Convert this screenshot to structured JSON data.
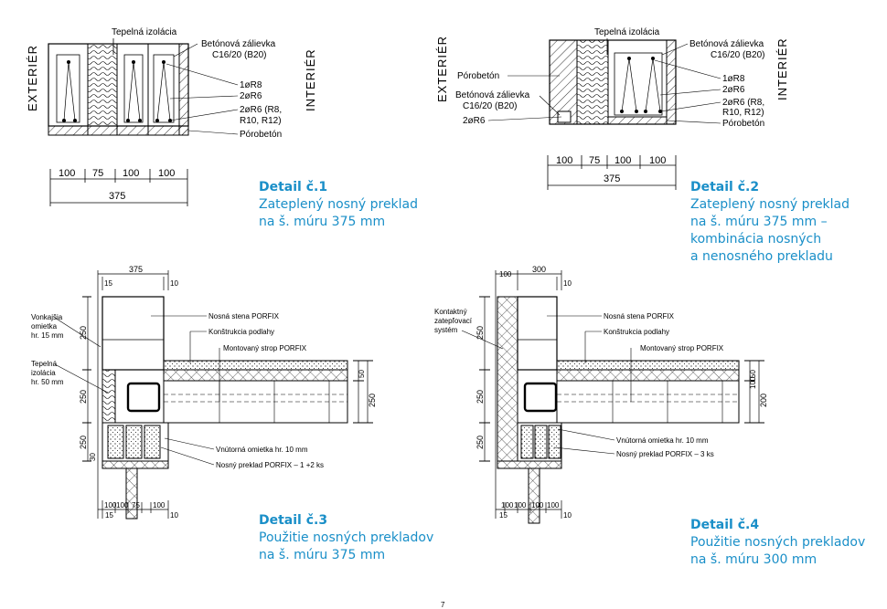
{
  "detail1": {
    "label_top": "Tepelná izolácia",
    "exterior": "EXTERIÉR",
    "interior": "INTERIÉR",
    "callouts": [
      "Betónová zálievka",
      "C16/20 (B20)",
      "1øR8",
      "2øR6",
      "2øR6 (R8,",
      "R10, R12)",
      "Pórobetón"
    ],
    "dims": [
      "100",
      "75",
      "100",
      "100"
    ],
    "total": "375",
    "caption_title": "Detail č.1",
    "caption_lines": [
      "Zateplený nosný preklad",
      "na š. múru 375 mm"
    ]
  },
  "detail2": {
    "label_top": "Tepelná izolácia",
    "exterior": "EXTERIÉR",
    "interior": "INTERIÉR",
    "callouts_right": [
      "Betónová zálievka",
      "C16/20 (B20)",
      "1øR8",
      "2øR6",
      "2øR6 (R8,",
      "R10, R12)",
      "Pórobetón"
    ],
    "callouts_left": [
      "Pórobetón",
      "Betónová zálievka",
      "C16/20 (B20)",
      "2øR6"
    ],
    "dims": [
      "100",
      "75",
      "100",
      "100"
    ],
    "total": "375",
    "caption_title": "Detail č.2",
    "caption_lines": [
      "Zateplený nosný preklad",
      "na š. múru 375 mm –",
      "kombinácia nosných",
      "a nenosného prekladu"
    ]
  },
  "detail3": {
    "top_dims": [
      "375",
      "15",
      "10"
    ],
    "left_labels": [
      "Vonkajšia",
      "omietka",
      "hr. 15 mm",
      "Tepelná",
      "izolácia",
      "hr. 50 mm"
    ],
    "right_labels": [
      "Nosná stena PORFIX",
      "Konštrukcia podlahy",
      "Montovaný strop PORFIX",
      "Vnútorná omietka hr. 10 mm",
      "Nosný preklad PORFIX – 1 +2 ks"
    ],
    "vert_dims": [
      "250",
      "250",
      "250",
      "30"
    ],
    "right_dims": [
      "50",
      "250"
    ],
    "bottom_dims": [
      "100",
      "100",
      "75",
      "100",
      "15",
      "10"
    ],
    "caption_title": "Detail č.3",
    "caption_lines": [
      "Použitie nosných prekladov",
      "na š. múru 375 mm"
    ]
  },
  "detail4": {
    "top_dims": [
      "100",
      "300",
      "10"
    ],
    "left_labels": [
      "Kontaktný",
      "zatepľovací",
      "systém"
    ],
    "right_labels": [
      "Nosná stena PORFIX",
      "Konštrukcia podlahy",
      "Montovaný strop PORFIX",
      "Vnútorná omietka hr. 10 mm",
      "Nosný preklad PORFIX – 3 ks"
    ],
    "vert_dims": [
      "250",
      "250",
      "250"
    ],
    "right_dims": [
      "50",
      "100",
      "200"
    ],
    "bottom_dims": [
      "100",
      "100",
      "100",
      "100",
      "15",
      "10"
    ],
    "caption_title": "Detail č.4",
    "caption_lines": [
      "Použitie nosných prekladov",
      "na š. múru 300 mm"
    ]
  },
  "page_number": "7"
}
